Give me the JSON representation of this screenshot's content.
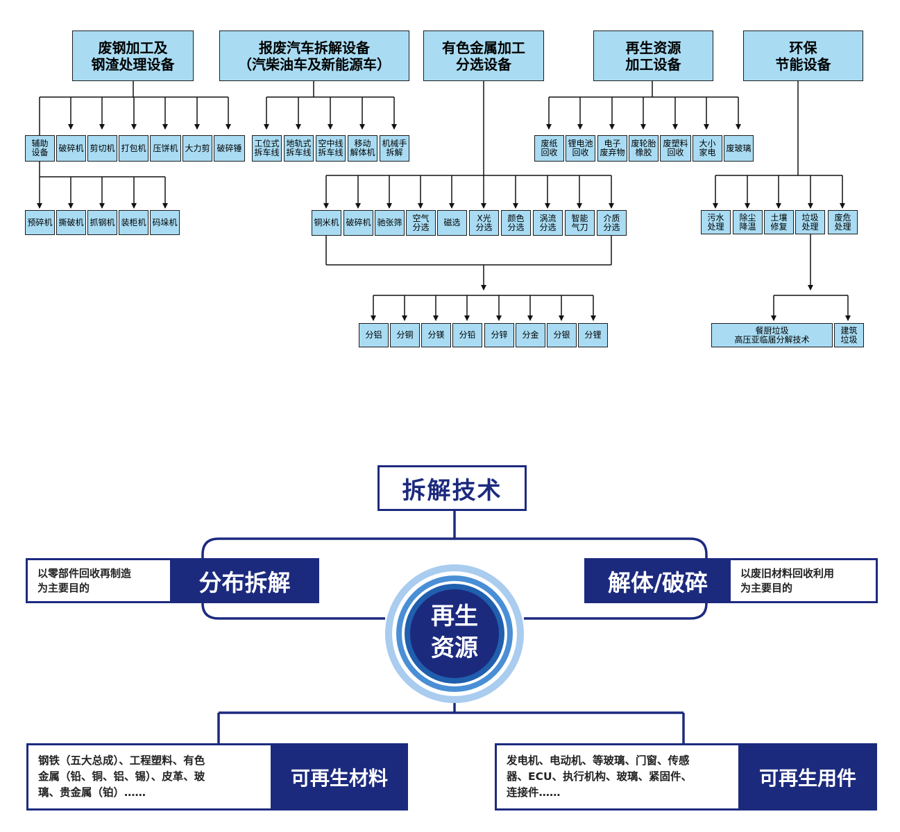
{
  "tree": {
    "categories": [
      {
        "id": "steel",
        "label": "废钢加工及\n钢渣处理设备"
      },
      {
        "id": "auto",
        "label": "报废汽车拆解设备\n（汽柴油车及新能源车）"
      },
      {
        "id": "nonferrous",
        "label": "有色金属加工\n分选设备"
      },
      {
        "id": "renew",
        "label": "再生资源\n加工设备"
      },
      {
        "id": "eco",
        "label": "环保\n节能设备"
      }
    ],
    "steel_items": [
      "辅助\n设备",
      "破碎机",
      "剪切机",
      "打包机",
      "压饼机",
      "大力剪",
      "破碎锤"
    ],
    "aux_items": [
      "预碎机",
      "撕破机",
      "抓钢机",
      "装柜机",
      "码垛机"
    ],
    "auto_items": [
      "工位式\n拆车线",
      "地轨式\n拆车线",
      "空中线\n拆车线",
      "移动\n解体机",
      "机械手\n拆解"
    ],
    "nonferrous_items": [
      "铜米机",
      "破碎机",
      "驰张筛",
      "空气\n分选",
      "磁选",
      "X光\n分选",
      "颜色\n分选",
      "涡流\n分选",
      "智能\n气刀",
      "介质\n分选"
    ],
    "separation_outputs": [
      "分铝",
      "分铜",
      "分镁",
      "分铅",
      "分锌",
      "分金",
      "分银",
      "分锂"
    ],
    "renew_items": [
      "废纸\n回收",
      "锂电池\n回收",
      "电子\n废弃物",
      "废轮胎\n橡胶",
      "废塑料\n回收",
      "大小\n家电",
      "废玻璃"
    ],
    "eco_items": [
      "污水\n处理",
      "除尘\n降温",
      "土壤\n修复",
      "垃圾\n处理",
      "废危\n处理"
    ],
    "garbage_items": [
      "餐厨垃圾\n高压亚临届分解技术",
      "建筑\n垃圾"
    ]
  },
  "diagram": {
    "top_label": "拆解技术",
    "center_label": "再生\n资源",
    "left_branch": {
      "title": "分布拆解",
      "note": "以零部件回收再制造\n为主要目的"
    },
    "right_branch": {
      "title": "解体/破碎",
      "note": "以废旧材料回收利用\n为主要目的"
    },
    "bottom_left": {
      "title": "可再生材料",
      "detail": "钢铁（五大总成）、工程塑料、有色\n金属（铅、铜、铝、锡）、皮革、玻\n璃、贵金属（铂）……"
    },
    "bottom_right": {
      "title": "可再生用件",
      "detail": "发电机、电动机、等玻璃、门窗、传感\n器、ECU、执行机构、玻璃、紧固件、\n连接件……"
    }
  },
  "colors": {
    "box_fill": "#a9dcf3",
    "navy": "#1c2a7e",
    "ring_mid": "#1f5fae",
    "ring_light": "#4a8fd6",
    "ring_pale": "#a9ccef"
  }
}
